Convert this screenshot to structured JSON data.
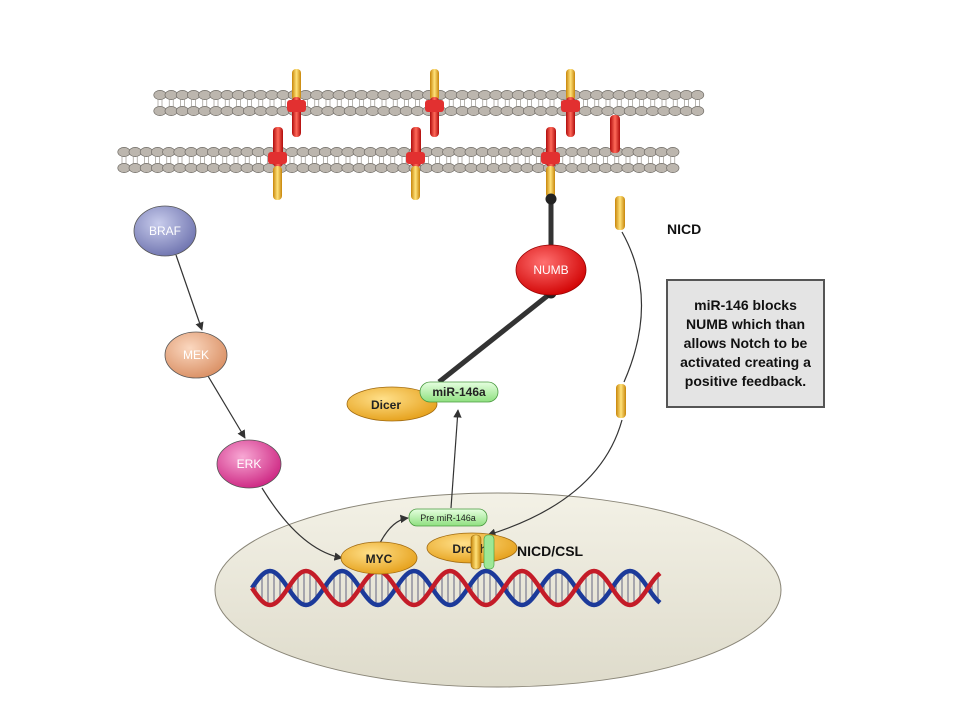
{
  "nodes": {
    "braf": "BRAF",
    "mek": "MEK",
    "erk": "ERK",
    "myc": "MYC",
    "numb": "NUMB",
    "dicer": "Dicer",
    "mir146a": "miR-146a",
    "pre_mir146a": "Pre miR-146a",
    "drosha": "Drosha",
    "nicd": "NICD",
    "nicd_csl": "NICD/CSL"
  },
  "note": "miR-146 blocks NUMB which than allows Notch to be activated creating a positive feedback.",
  "colors": {
    "membrane": "#b8b2aa",
    "receptor_red": "#e02020",
    "receptor_yellow": "#f0b020",
    "nucleus": "#eceadc",
    "braf": "#8a8fc6",
    "mek": "#e7a87e",
    "erk": "#e0409a",
    "myc": "#f0b020",
    "numb": "#e81010",
    "dicer": "#f0a020",
    "mirna": "#b8f0a8",
    "dna_red": "#c41c28",
    "dna_blue": "#1c3a9a"
  }
}
